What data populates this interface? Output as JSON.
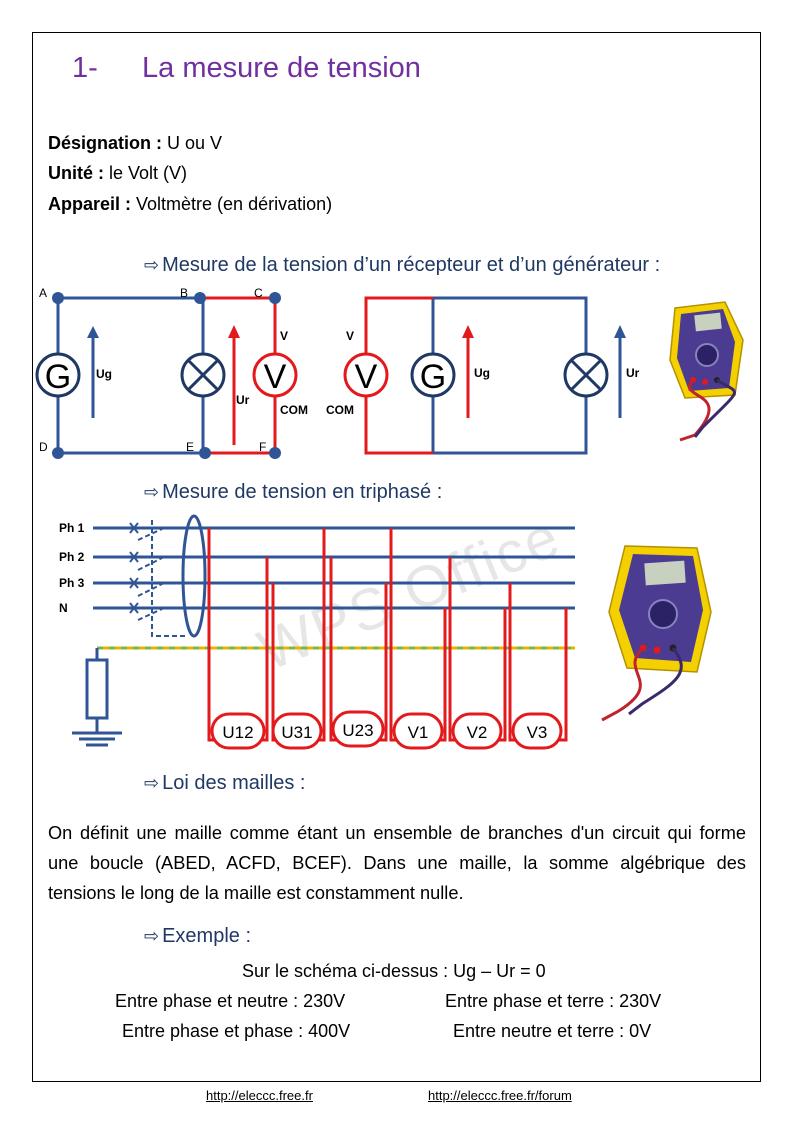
{
  "title": {
    "number": "1-",
    "text": "La mesure de tension"
  },
  "definitions": [
    {
      "label": "Désignation :",
      "value": " U ou V"
    },
    {
      "label": "Unité :",
      "value": " le Volt (V)"
    },
    {
      "label": "Appareil :",
      "value": " Voltmètre (en dérivation)"
    }
  ],
  "sections": {
    "recepteur": "Mesure de la tension d’un récepteur et d’un générateur :",
    "triphase": "Mesure de tension en triphasé :",
    "mailles": "Loi des mailles :",
    "exemple": "Exemple :"
  },
  "circuit1": {
    "nodes": [
      "A",
      "B",
      "C",
      "D",
      "E",
      "F"
    ],
    "gen": "G",
    "volt": "V",
    "ug": "Ug",
    "ur": "Ur",
    "v": "V",
    "com": "COM"
  },
  "circuit2": {
    "volt": "V",
    "gen": "G",
    "v": "V",
    "com": "COM",
    "ug": "Ug",
    "ur": "Ur"
  },
  "triphase": {
    "phases": [
      "Ph 1",
      "Ph 2",
      "Ph 3",
      "N"
    ],
    "meters": [
      "U12",
      "U31",
      "U23",
      "V1",
      "V2",
      "V3"
    ]
  },
  "watermark": "WPS Office",
  "paragraph": "On définit une maille comme étant un ensemble de branches d'un circuit qui forme une boucle (ABED, ACFD, BCEF). Dans une maille, la somme algébrique des tensions le long de la maille est constamment nulle.",
  "example": {
    "line1": "Sur le schéma ci-dessus : Ug – Ur = 0",
    "left1": "Entre phase et neutre : 230V",
    "right1": "Entre phase et terre : 230V",
    "left2": "Entre phase et phase : 400V",
    "right2": "Entre neutre et terre : 0V"
  },
  "footer": {
    "link1": "http://eleccc.free.fr",
    "link2": "http://eleccc.free.fr/forum"
  }
}
